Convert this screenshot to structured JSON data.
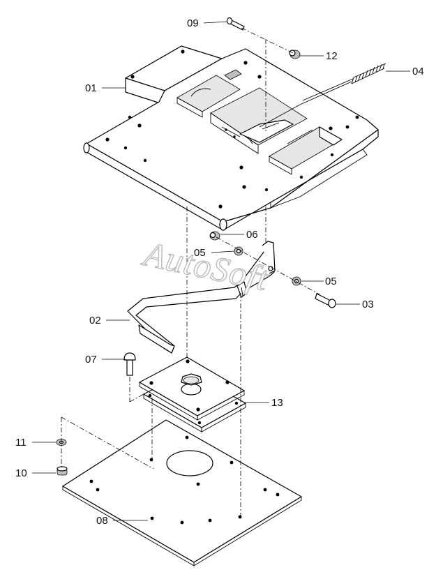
{
  "watermark": "AutoSoft",
  "callouts": [
    {
      "id": "09",
      "label": "09"
    },
    {
      "id": "12",
      "label": "12"
    },
    {
      "id": "04",
      "label": "04"
    },
    {
      "id": "01",
      "label": "01"
    },
    {
      "id": "06",
      "label": "06"
    },
    {
      "id": "05a",
      "label": "05"
    },
    {
      "id": "05b",
      "label": "05"
    },
    {
      "id": "03",
      "label": "03"
    },
    {
      "id": "02",
      "label": "02"
    },
    {
      "id": "07",
      "label": "07"
    },
    {
      "id": "13",
      "label": "13"
    },
    {
      "id": "11",
      "label": "11"
    },
    {
      "id": "10",
      "label": "10"
    },
    {
      "id": "08",
      "label": "08"
    }
  ]
}
